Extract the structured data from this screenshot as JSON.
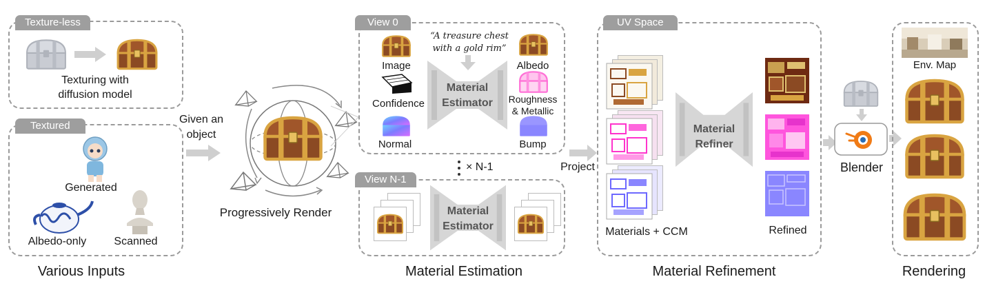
{
  "inputs": {
    "title": "Various Inputs",
    "textureless": {
      "tag": "Texture-less",
      "caption_line1": "Texturing with",
      "caption_line2": "diffusion model"
    },
    "textured": {
      "tag": "Textured",
      "generated": "Generated",
      "albedo_only": "Albedo-only",
      "scanned": "Scanned"
    },
    "given_line1": "Given an",
    "given_line2": "object"
  },
  "render": {
    "caption": "Progressively Render"
  },
  "estimation": {
    "title": "Material Estimation",
    "view0_tag": "View 0",
    "viewn_tag": "View N-1",
    "prompt_line1": "“A treasure chest",
    "prompt_line2": "with a gold rim”",
    "image": "Image",
    "confidence": "Confidence",
    "normal": "Normal",
    "albedo": "Albedo",
    "roughness_line1": "Roughness",
    "roughness_line2": "& Metallic",
    "bump": "Bump",
    "estimator_line1": "Material",
    "estimator_line2": "Estimator",
    "repeat": "× N-1",
    "project": "Project"
  },
  "refinement": {
    "title": "Material Refinement",
    "tag": "UV  Space",
    "refiner_line1": "Material",
    "refiner_line2": "Refiner",
    "materials_ccm": "Materials + CCM",
    "refined": "Refined"
  },
  "rendering": {
    "title": "Rendering",
    "env_map": "Env. Map",
    "blender": "Blender"
  },
  "colors": {
    "panel_border": "#9a9a9a",
    "tag_bg": "#9e9e9e",
    "network": "#d6d6d6",
    "arrow": "#cfcfcf",
    "chest_wood": "#8b4a23",
    "chest_gold": "#d9a441"
  }
}
